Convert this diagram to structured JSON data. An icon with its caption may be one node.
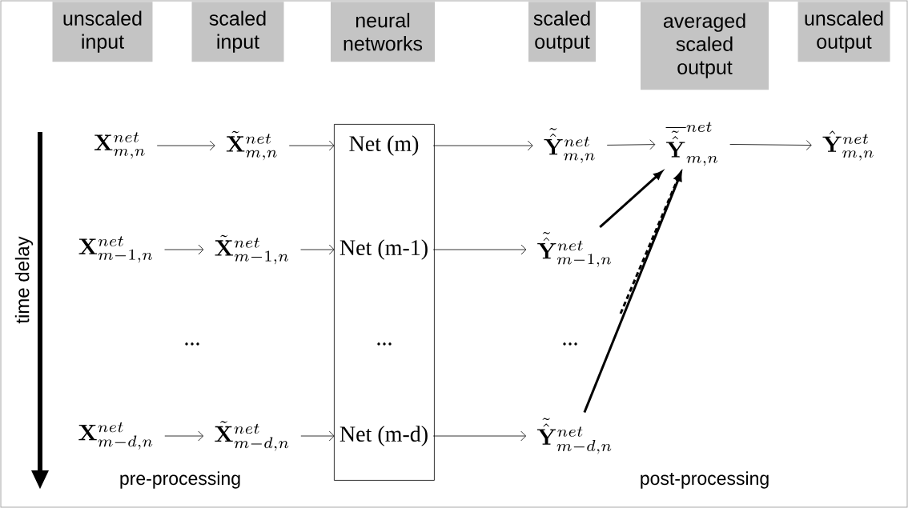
{
  "diagram": {
    "nodes": [
      {
        "text": [
          "unscaled input"
        ]
      },
      {
        "text": [
          "scaled input"
        ]
      },
      {
        "text": [
          "neural networks"
        ]
      },
      {
        "text": [
          "scaled output"
        ]
      },
      {
        "text": [
          "averaged scaled output"
        ]
      },
      {
        "text": [
          "unscaled output"
        ]
      },
      {
        "text": [
          "\\mathbf{X}^{net}_{m,n}"
        ]
      },
      {
        "text": [
          "\\tilde{\\mathbf{X}}^{net}_{m,n}"
        ]
      },
      {
        "text": [],
        "shape": "box"
      },
      {
        "text": [
          "Net (m)"
        ],
        "in": 8
      },
      {
        "text": [
          "\\tilde{\\hat{\\mathbf{Y}}}^{net}_{m,n}"
        ]
      },
      {
        "text": [
          "\\overline{\\tilde{\\hat{\\mathbf{Y}}}}^{net}_{m,n}"
        ]
      },
      {
        "text": [
          "\\hat{\\mathbf{Y}}^{net}_{m,n}"
        ]
      },
      {
        "text": [
          "\\mathbf{X}^{net}_{m-1,n}"
        ]
      },
      {
        "text": [
          "\\tilde{\\mathbf{X}}^{net}_{m-1,n}"
        ]
      },
      {
        "text": [
          "Net (m-1)"
        ],
        "in": 8
      },
      {
        "text": [
          "\\tilde{\\hat{\\mathbf{Y}}}^{net}_{m-1,n}"
        ]
      },
      {
        "text": [
          "\\mathbf{X}^{net}_{m-d,n}"
        ]
      },
      {
        "text": [
          "\\tilde{\\mathbf{X}}^{net}_{m-d,n}"
        ]
      },
      {
        "text": [
          "Net (m-d)"
        ],
        "in": 8
      },
      {
        "text": [
          "\\tilde{\\hat{\\mathbf{Y}}}^{net}_{m-d,n}"
        ]
      }
    ],
    "edges": [
      {
        "from": 6,
        "to": 7,
        "arrow": "to"
      },
      {
        "from": 7,
        "to": 9,
        "arrow": "to"
      },
      {
        "from": 9,
        "to": 10,
        "arrow": "to"
      },
      {
        "from": 10,
        "to": 11,
        "arrow": "to"
      },
      {
        "from": 11,
        "to": 12,
        "arrow": "to"
      },
      {
        "from": 13,
        "to": 14,
        "arrow": "to"
      },
      {
        "from": 14,
        "to": 15,
        "arrow": "to"
      },
      {
        "from": 15,
        "to": 16,
        "arrow": "to"
      },
      {
        "from": 16,
        "to": 11,
        "arrow": "to",
        "style": "thick"
      },
      {
        "from": null,
        "to": 11,
        "arrow": "to",
        "style": "dashed"
      },
      {
        "from": 17,
        "to": 18,
        "arrow": "to"
      },
      {
        "from": 18,
        "to": 19,
        "arrow": "to"
      },
      {
        "from": 19,
        "to": 20,
        "arrow": "to"
      },
      {
        "from": 20,
        "to": 11,
        "arrow": "to",
        "style": "thick"
      }
    ],
    "labels": [
      "time delay",
      "...",
      "...",
      "...",
      "pre-processing",
      "post-processing"
    ]
  }
}
